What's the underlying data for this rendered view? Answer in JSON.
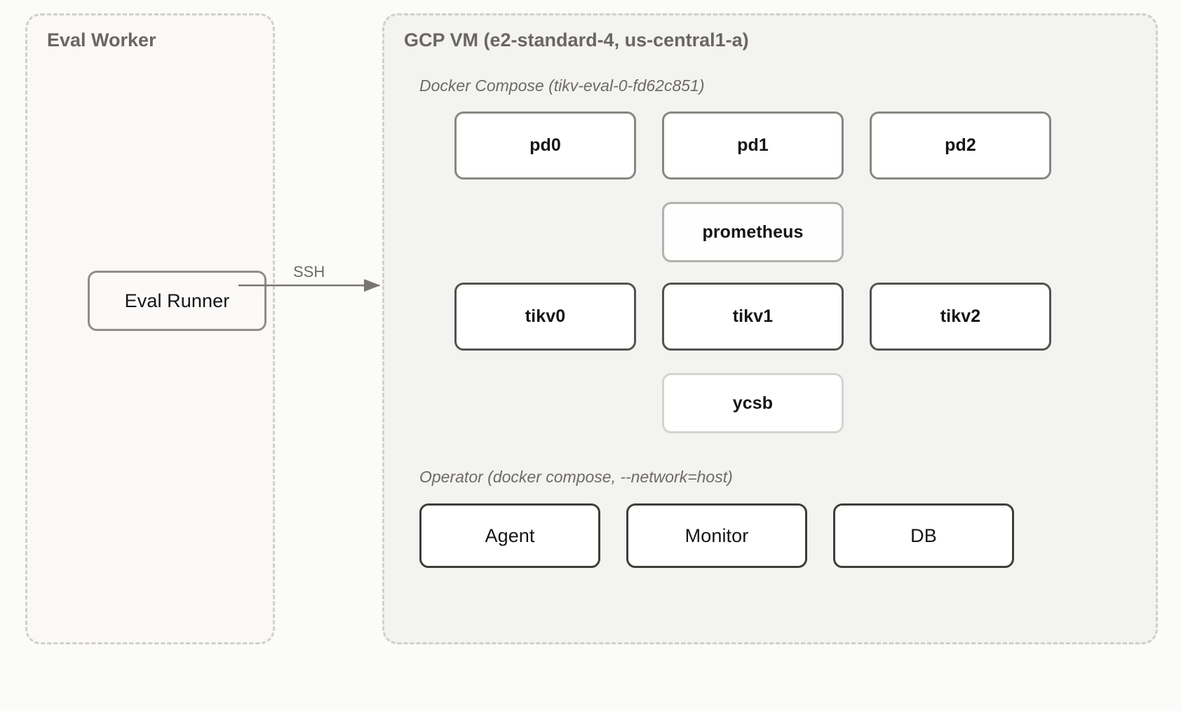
{
  "diagram": {
    "background": "#fbfbfa",
    "groups": [
      {
        "id": "eval-worker",
        "title": "Eval Worker",
        "nodes": [
          {
            "id": "eval-runner",
            "label": "Eval Runner"
          }
        ]
      },
      {
        "id": "gcp-vm",
        "title": "GCP VM (e2-standard-4, us-central1-a)",
        "sections": [
          {
            "id": "docker-compose",
            "label": "Docker Compose (tikv-eval-0-fd62c851)",
            "rows": [
              {
                "id": "pd-row",
                "nodes": [
                  {
                    "id": "pd0",
                    "label": "pd0"
                  },
                  {
                    "id": "pd1",
                    "label": "pd1"
                  },
                  {
                    "id": "pd2",
                    "label": "pd2"
                  }
                ]
              },
              {
                "id": "prom-row",
                "nodes": [
                  {
                    "id": "prometheus",
                    "label": "prometheus"
                  }
                ]
              },
              {
                "id": "tikv-row",
                "nodes": [
                  {
                    "id": "tikv0",
                    "label": "tikv0"
                  },
                  {
                    "id": "tikv1",
                    "label": "tikv1"
                  },
                  {
                    "id": "tikv2",
                    "label": "tikv2"
                  }
                ]
              },
              {
                "id": "ycsb-row",
                "nodes": [
                  {
                    "id": "ycsb",
                    "label": "ycsb"
                  }
                ]
              }
            ]
          },
          {
            "id": "operator",
            "label": "Operator (docker compose, --network=host)",
            "rows": [
              {
                "id": "op-row",
                "nodes": [
                  {
                    "id": "agent",
                    "label": "Agent"
                  },
                  {
                    "id": "monitor",
                    "label": "Monitor"
                  },
                  {
                    "id": "db",
                    "label": "DB"
                  }
                ]
              }
            ]
          }
        ]
      }
    ],
    "connectors": [
      {
        "id": "ssh",
        "label": "SSH",
        "from": "eval-runner",
        "to": "gcp-vm",
        "style": "solid-arrow"
      }
    ],
    "colors": {
      "canvas_background": "#fbfbfa",
      "group_border": "#d2cfcb",
      "group_fill_eval_worker": "#faf9f8",
      "group_fill_gcp_vm": "#f3f3f1",
      "title_text": "#6b6661",
      "section_label_text": "#6e6a66",
      "node_fill": "#ffffff",
      "node_border_mid": "#8a8580",
      "node_border_light": "#b4b0ab",
      "node_border_dark": "#55514d",
      "node_border_faint": "#d6d2ce",
      "node_border_operator": "#403c38",
      "connector_line": "#7a7570"
    }
  }
}
